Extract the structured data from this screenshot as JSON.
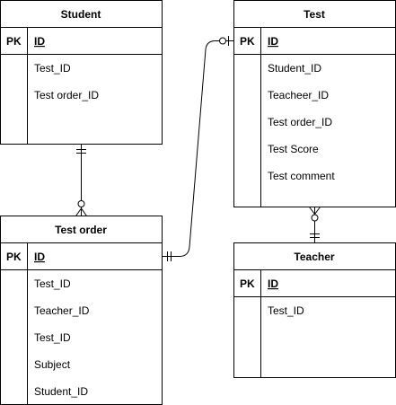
{
  "entities": {
    "student": {
      "title": "Student",
      "pk_label": "PK",
      "pk_field": "ID",
      "fields": [
        "Test_ID",
        "Test order_ID"
      ]
    },
    "test": {
      "title": "Test",
      "pk_label": "PK",
      "pk_field": "ID",
      "fields": [
        "Student_ID",
        "Teacheer_ID",
        "Test order_ID",
        "Test Score",
        "Test comment"
      ]
    },
    "test_order": {
      "title": "Test order",
      "pk_label": "PK",
      "pk_field": "ID",
      "fields": [
        "Test_ID",
        "Teacher_ID",
        "Test_ID",
        "Subject",
        "Student_ID"
      ]
    },
    "teacher": {
      "title": "Teacher",
      "pk_label": "PK",
      "pk_field": "ID",
      "fields": [
        "Test_ID"
      ]
    }
  }
}
